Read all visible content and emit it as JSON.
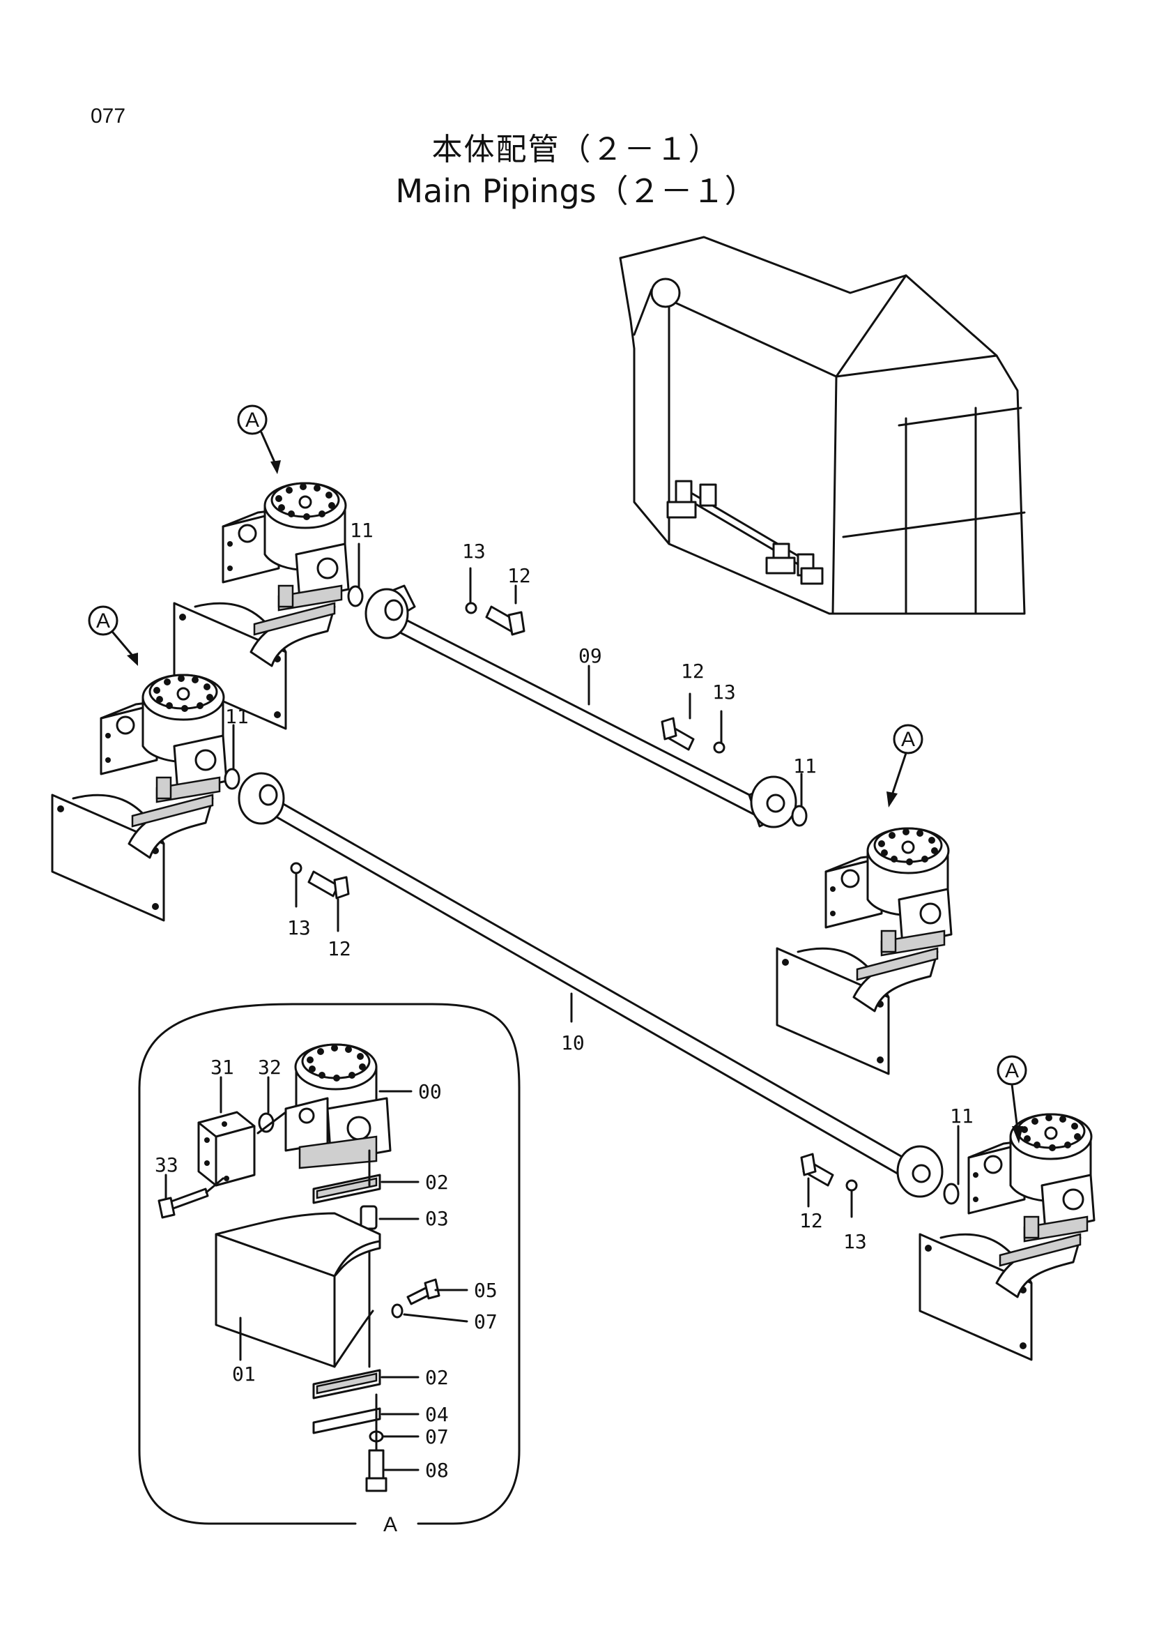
{
  "page_number": "077",
  "title_jp": "本体配管（２－１）",
  "title_en": "Main Pipings（２－１）",
  "detail_view_label": "A",
  "callouts": {
    "ref_a": "A",
    "p00": "00",
    "p01": "01",
    "p02": "02",
    "p03": "03",
    "p04": "04",
    "p05": "05",
    "p07": "07",
    "p08": "08",
    "p09": "09",
    "p10": "10",
    "p11": "11",
    "p12": "12",
    "p13": "13",
    "p31": "31",
    "p32": "32",
    "p33": "33"
  }
}
